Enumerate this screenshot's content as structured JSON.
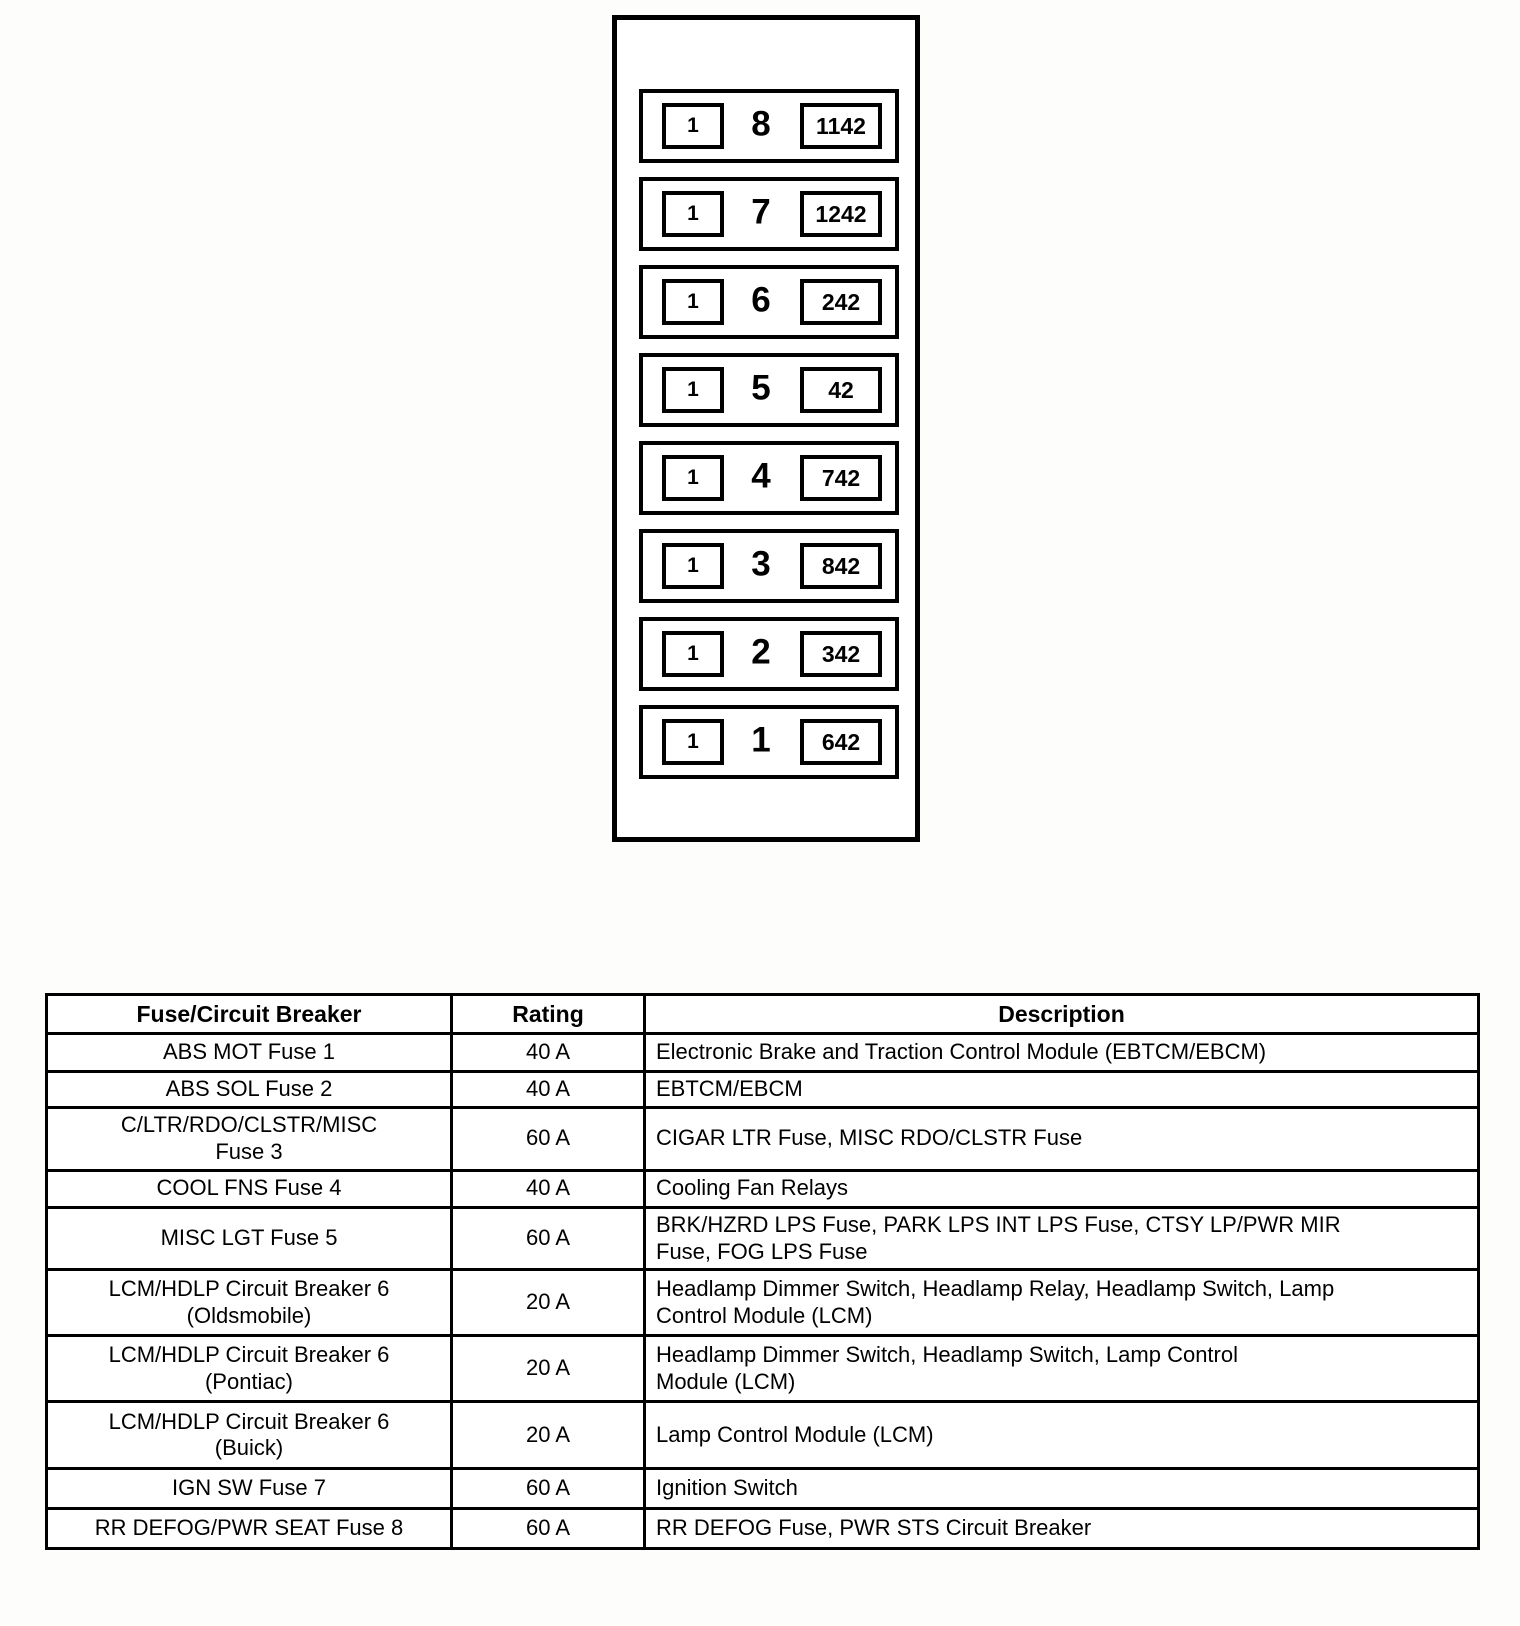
{
  "diagram": {
    "rows": [
      {
        "slot": "8",
        "pin": "1",
        "circuit": "1142"
      },
      {
        "slot": "7",
        "pin": "1",
        "circuit": "1242"
      },
      {
        "slot": "6",
        "pin": "1",
        "circuit": "242"
      },
      {
        "slot": "5",
        "pin": "1",
        "circuit": "42"
      },
      {
        "slot": "4",
        "pin": "1",
        "circuit": "742"
      },
      {
        "slot": "3",
        "pin": "1",
        "circuit": "842"
      },
      {
        "slot": "2",
        "pin": "1",
        "circuit": "342"
      },
      {
        "slot": "1",
        "pin": "1",
        "circuit": "642"
      }
    ]
  },
  "table": {
    "headers": [
      "Fuse/Circuit Breaker",
      "Rating",
      "Description"
    ],
    "rows": [
      {
        "fuse": "ABS MOT Fuse 1",
        "rating": "40 A",
        "description": "Electronic Brake and Traction Control Module (EBTCM/EBCM)"
      },
      {
        "fuse": "ABS SOL Fuse 2",
        "rating": "40 A",
        "description": "EBTCM/EBCM"
      },
      {
        "fuse": "C/LTR/RDO/CLSTR/MISC\nFuse 3",
        "rating": "60 A",
        "description": "CIGAR LTR Fuse, MISC RDO/CLSTR Fuse"
      },
      {
        "fuse": "COOL FNS Fuse 4",
        "rating": "40 A",
        "description": "Cooling Fan Relays"
      },
      {
        "fuse": "MISC LGT Fuse 5",
        "rating": "60 A",
        "description": "BRK/HZRD LPS Fuse, PARK LPS INT LPS Fuse, CTSY LP/PWR MIR\nFuse, FOG LPS Fuse"
      },
      {
        "fuse": "LCM/HDLP Circuit Breaker 6\n(Oldsmobile)",
        "rating": "20 A",
        "description": "Headlamp Dimmer Switch, Headlamp Relay, Headlamp Switch, Lamp\nControl Module (LCM)"
      },
      {
        "fuse": "LCM/HDLP Circuit Breaker 6\n(Pontiac)",
        "rating": "20 A",
        "description": "Headlamp Dimmer Switch, Headlamp Switch, Lamp Control\nModule (LCM)"
      },
      {
        "fuse": "LCM/HDLP Circuit Breaker 6\n(Buick)",
        "rating": "20 A",
        "description": "Lamp Control Module (LCM)"
      },
      {
        "fuse": "IGN SW Fuse 7",
        "rating": "60 A",
        "description": "Ignition Switch"
      },
      {
        "fuse": "RR DEFOG/PWR SEAT Fuse 8",
        "rating": "60 A",
        "description": "RR DEFOG Fuse, PWR STS Circuit Breaker"
      }
    ]
  }
}
